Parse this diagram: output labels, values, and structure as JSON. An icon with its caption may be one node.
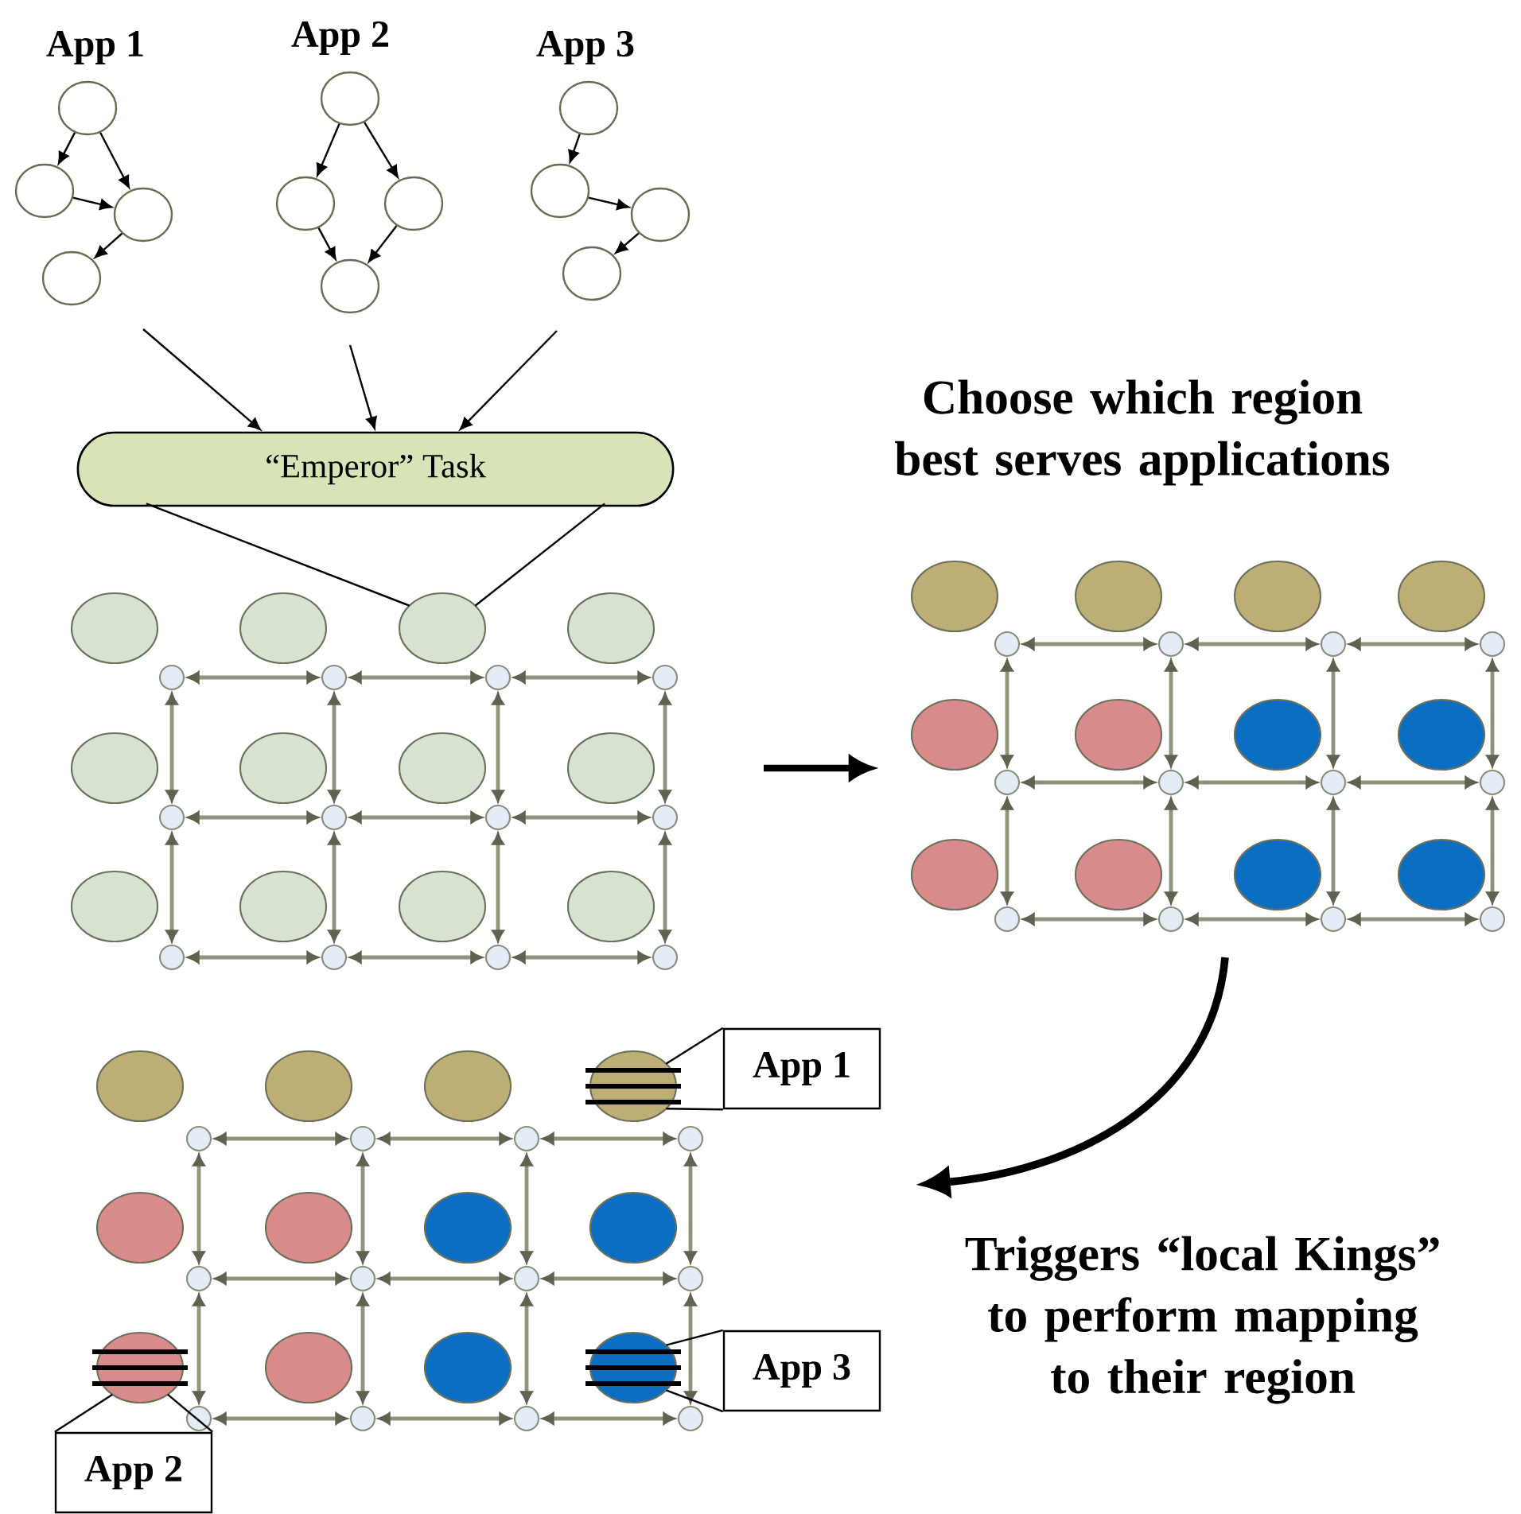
{
  "diagram": {
    "nodes": [
      {
        "text": [],
        "shape": "circle"
      },
      {
        "text": [],
        "shape": "circle"
      },
      {
        "text": [],
        "shape": "circle"
      },
      {
        "text": [],
        "shape": "circle"
      },
      {
        "text": [],
        "shape": "circle"
      },
      {
        "text": [],
        "shape": "circle"
      },
      {
        "text": [],
        "shape": "circle"
      },
      {
        "text": [],
        "shape": "circle"
      },
      {
        "text": [],
        "shape": "circle"
      },
      {
        "text": [],
        "shape": "circle"
      },
      {
        "text": [],
        "shape": "circle"
      },
      {
        "text": [],
        "shape": "circle"
      },
      {
        "text": [
          "“Emperor” Task"
        ]
      },
      {
        "text": [],
        "shape": "circle"
      },
      {
        "text": [],
        "shape": "circle"
      },
      {
        "text": [],
        "shape": "circle"
      },
      {
        "text": [],
        "shape": "circle"
      },
      {
        "text": [],
        "shape": "circle"
      },
      {
        "text": [],
        "shape": "circle"
      },
      {
        "text": [],
        "shape": "circle"
      },
      {
        "text": [],
        "shape": "circle"
      },
      {
        "text": [],
        "shape": "circle"
      },
      {
        "text": [],
        "shape": "circle"
      },
      {
        "text": [],
        "shape": "circle"
      },
      {
        "text": [],
        "shape": "circle"
      },
      {
        "text": [],
        "shape": "circle"
      },
      {
        "text": [],
        "shape": "circle"
      },
      {
        "text": [],
        "shape": "circle"
      },
      {
        "text": [],
        "shape": "circle"
      },
      {
        "text": [],
        "shape": "circle"
      },
      {
        "text": [],
        "shape": "circle"
      },
      {
        "text": [],
        "shape": "circle"
      },
      {
        "text": [],
        "shape": "circle"
      },
      {
        "text": [],
        "shape": "circle"
      },
      {
        "text": [],
        "shape": "circle"
      },
      {
        "text": [],
        "shape": "circle"
      },
      {
        "text": [],
        "shape": "circle"
      },
      {
        "text": [],
        "shape": "circle"
      },
      {
        "text": [],
        "shape": "circle"
      },
      {
        "text": [],
        "shape": "circle"
      },
      {
        "text": [],
        "shape": "circle"
      },
      {
        "text": [],
        "shape": "circle"
      },
      {
        "text": [],
        "shape": "circle"
      },
      {
        "text": [],
        "shape": "circle"
      },
      {
        "text": [],
        "shape": "circle"
      },
      {
        "text": [],
        "shape": "circle"
      },
      {
        "text": [],
        "shape": "circle"
      },
      {
        "text": [],
        "shape": "circle"
      },
      {
        "text": [],
        "shape": "circle"
      },
      {
        "text": [],
        "shape": "circle"
      },
      {
        "text": [],
        "shape": "circle"
      },
      {
        "text": [],
        "shape": "circle"
      },
      {
        "text": [],
        "shape": "circle"
      },
      {
        "text": [],
        "shape": "circle"
      },
      {
        "text": [],
        "shape": "circle"
      },
      {
        "text": [],
        "shape": "circle"
      },
      {
        "text": [],
        "shape": "circle"
      },
      {
        "text": [],
        "shape": "circle"
      },
      {
        "text": [],
        "shape": "circle"
      },
      {
        "text": [],
        "shape": "circle"
      },
      {
        "text": [],
        "shape": "circle"
      },
      {
        "text": [],
        "shape": "circle"
      },
      {
        "text": [],
        "shape": "circle"
      },
      {
        "text": [],
        "shape": "circle"
      },
      {
        "text": [],
        "shape": "circle"
      },
      {
        "text": [],
        "shape": "circle"
      },
      {
        "text": [],
        "shape": "circle"
      },
      {
        "text": [],
        "shape": "circle"
      },
      {
        "text": [],
        "shape": "circle"
      },
      {
        "text": [],
        "shape": "circle"
      },
      {
        "text": [],
        "shape": "circle"
      },
      {
        "text": [],
        "shape": "circle"
      },
      {
        "text": [],
        "shape": "circle"
      },
      {
        "text": [],
        "shape": "circle"
      },
      {
        "text": [],
        "shape": "circle"
      },
      {
        "text": [],
        "shape": "circle"
      },
      {
        "text": [],
        "shape": "circle"
      },
      {
        "text": [],
        "shape": "circle"
      },
      {
        "text": [],
        "shape": "circle"
      },
      {
        "text": [],
        "shape": "circle"
      },
      {
        "text": [],
        "shape": "circle"
      },
      {
        "text": [],
        "shape": "circle"
      },
      {
        "text": [],
        "shape": "circle"
      },
      {
        "text": [],
        "shape": "circle"
      },
      {
        "text": [],
        "shape": "circle"
      },
      {
        "text": [
          "App 1"
        ]
      },
      {
        "text": [
          "App 3"
        ]
      },
      {
        "text": [
          "App 2"
        ]
      }
    ],
    "edges": [
      {
        "from": 0,
        "to": 1,
        "arrow": "to",
        "color": "#000000"
      },
      {
        "from": 0,
        "to": 2,
        "arrow": "to",
        "color": "#000000"
      },
      {
        "from": 1,
        "to": 2,
        "arrow": "to",
        "color": "#000000"
      },
      {
        "from": 2,
        "to": 3,
        "arrow": "to",
        "color": "#000000"
      },
      {
        "from": 4,
        "to": 5,
        "arrow": "to",
        "color": "#000000"
      },
      {
        "from": 4,
        "to": 6,
        "arrow": "to",
        "color": "#000000"
      },
      {
        "from": 5,
        "to": 7,
        "arrow": "to",
        "color": "#000000"
      },
      {
        "from": 6,
        "to": 7,
        "arrow": "to",
        "color": "#000000"
      },
      {
        "from": 8,
        "to": 9,
        "arrow": "to",
        "color": "#000000"
      },
      {
        "from": 9,
        "to": 10,
        "arrow": "to",
        "color": "#000000"
      },
      {
        "from": 10,
        "to": 11,
        "arrow": "to",
        "color": "#000000"
      },
      {
        "from": null,
        "to": 12,
        "arrow": "to",
        "color": "#000000"
      },
      {
        "from": null,
        "to": 12,
        "arrow": "to",
        "color": "#000000"
      },
      {
        "from": null,
        "to": 12,
        "arrow": "to",
        "color": "#000000"
      },
      {
        "from": 12,
        "to": 15,
        "arrow": "none",
        "color": "#000000"
      },
      {
        "from": 12,
        "to": 15,
        "arrow": "none",
        "color": "#000000"
      },
      {
        "from": 25,
        "to": 26,
        "arrow": "both"
      },
      {
        "from": 26,
        "to": 27,
        "arrow": "both"
      },
      {
        "from": 27,
        "to": 28,
        "arrow": "both"
      },
      {
        "from": 29,
        "to": 30,
        "arrow": "both"
      },
      {
        "from": 30,
        "to": 31,
        "arrow": "both"
      },
      {
        "from": 31,
        "to": 32,
        "arrow": "both"
      },
      {
        "from": 33,
        "to": 34,
        "arrow": "both"
      },
      {
        "from": 34,
        "to": 35,
        "arrow": "both"
      },
      {
        "from": 35,
        "to": 36,
        "arrow": "both"
      },
      {
        "from": 25,
        "to": 29,
        "arrow": "both"
      },
      {
        "from": 26,
        "to": 30,
        "arrow": "both"
      },
      {
        "from": 27,
        "to": 31,
        "arrow": "both"
      },
      {
        "from": 28,
        "to": 32,
        "arrow": "both"
      },
      {
        "from": 29,
        "to": 33,
        "arrow": "both"
      },
      {
        "from": 30,
        "to": 34,
        "arrow": "both"
      },
      {
        "from": 31,
        "to": 35,
        "arrow": "both"
      },
      {
        "from": 32,
        "to": 36,
        "arrow": "both"
      },
      {
        "from": 49,
        "to": 50,
        "arrow": "both"
      },
      {
        "from": 50,
        "to": 51,
        "arrow": "both"
      },
      {
        "from": 51,
        "to": 52,
        "arrow": "both"
      },
      {
        "from": 53,
        "to": 54,
        "arrow": "both"
      },
      {
        "from": 54,
        "to": 55,
        "arrow": "both"
      },
      {
        "from": 55,
        "to": 56,
        "arrow": "both"
      },
      {
        "from": 57,
        "to": 58,
        "arrow": "both"
      },
      {
        "from": 58,
        "to": 59,
        "arrow": "both"
      },
      {
        "from": 59,
        "to": 60,
        "arrow": "both"
      },
      {
        "from": 49,
        "to": 53,
        "arrow": "both"
      },
      {
        "from": 50,
        "to": 54,
        "arrow": "both"
      },
      {
        "from": 51,
        "to": 55,
        "arrow": "both"
      },
      {
        "from": 52,
        "to": 56,
        "arrow": "both"
      },
      {
        "from": 53,
        "to": 57,
        "arrow": "both"
      },
      {
        "from": 54,
        "to": 58,
        "arrow": "both"
      },
      {
        "from": 55,
        "to": 59,
        "arrow": "both"
      },
      {
        "from": 56,
        "to": 60,
        "arrow": "both"
      },
      {
        "from": 73,
        "to": 74,
        "arrow": "both"
      },
      {
        "from": 74,
        "to": 75,
        "arrow": "both"
      },
      {
        "from": 75,
        "to": 76,
        "arrow": "both"
      },
      {
        "from": 77,
        "to": 78,
        "arrow": "both"
      },
      {
        "from": 78,
        "to": 79,
        "arrow": "both"
      },
      {
        "from": 79,
        "to": 80,
        "arrow": "both"
      },
      {
        "from": 81,
        "to": 82,
        "arrow": "both"
      },
      {
        "from": 82,
        "to": 83,
        "arrow": "both"
      },
      {
        "from": 83,
        "to": 84,
        "arrow": "both"
      },
      {
        "from": 73,
        "to": 77,
        "arrow": "both"
      },
      {
        "from": 74,
        "to": 78,
        "arrow": "both"
      },
      {
        "from": 75,
        "to": 79,
        "arrow": "both"
      },
      {
        "from": 76,
        "to": 80,
        "arrow": "both"
      },
      {
        "from": 77,
        "to": 81,
        "arrow": "both"
      },
      {
        "from": 78,
        "to": 82,
        "arrow": "both"
      },
      {
        "from": 79,
        "to": 83,
        "arrow": "both"
      },
      {
        "from": 80,
        "to": 84,
        "arrow": "both"
      },
      {
        "from": 85,
        "to": 64,
        "arrow": "none",
        "color": "#000000"
      },
      {
        "from": 85,
        "to": 64,
        "arrow": "none",
        "color": "#000000"
      },
      {
        "from": 86,
        "to": 72,
        "arrow": "none",
        "color": "#000000"
      },
      {
        "from": 86,
        "to": 72,
        "arrow": "none",
        "color": "#000000"
      },
      {
        "from": 87,
        "to": 69,
        "arrow": "none",
        "color": "#000000"
      },
      {
        "from": 87,
        "to": 69,
        "arrow": "none",
        "color": "#000000"
      }
    ],
    "labels": [
      "App 1",
      "App 2",
      "App 3",
      "Choose which region best serves applications",
      "Triggers “local Kings” to perform mapping to their region"
    ]
  }
}
